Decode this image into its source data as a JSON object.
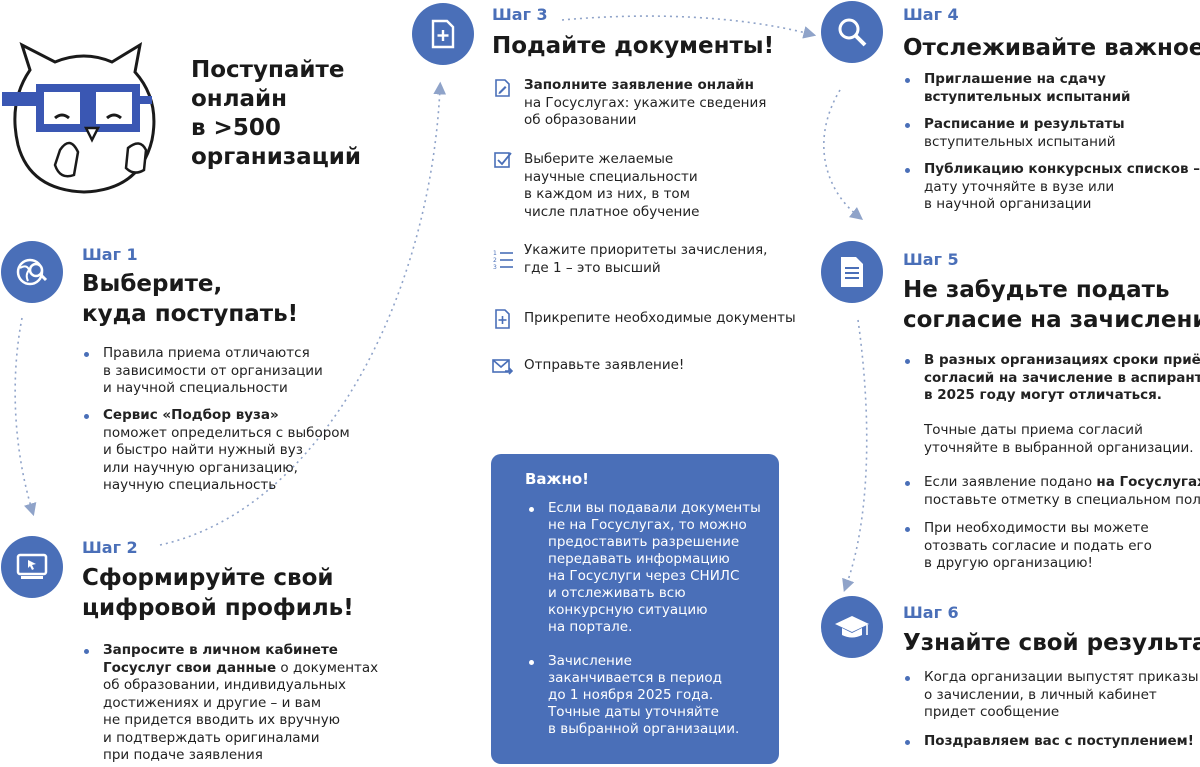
{
  "hero": {
    "lines": [
      "Поступайте",
      "онлайн",
      "в >500",
      "организаций"
    ]
  },
  "step1": {
    "label": "Шаг 1",
    "title_lines": [
      "Выберите,",
      "куда поступать!"
    ],
    "bullets": [
      {
        "lines": [
          "Правила приема отличаются",
          "в зависимости от организации",
          "и научной специальности"
        ]
      },
      {
        "bold_line": "Сервис «Подбор вуза»",
        "lines": [
          "поможет определиться с выбором",
          "и быстро найти нужный вуз",
          "или научную организацию,",
          "научную специальность"
        ]
      }
    ]
  },
  "step2": {
    "label": "Шаг 2",
    "title_lines": [
      "Сформируйте свой",
      "цифровой профиль!"
    ],
    "bullet": {
      "bold1": "Запросите в личном кабинете",
      "bold2": "Госуслуг свои данные",
      "rest2": " о документах",
      "lines": [
        "об образовании, индивидуальных",
        "достижениях и другие – и вам",
        "не придется вводить их вручную",
        "и подтверждать оригиналами",
        "при подаче заявления"
      ]
    }
  },
  "step3": {
    "label": "Шаг 3",
    "title": "Подайте документы!",
    "items": [
      {
        "icon": "pen-document-icon",
        "bold_line": "Заполните заявление онлайн",
        "lines": [
          "на Госуслугах: укажите сведения",
          "об образовании"
        ]
      },
      {
        "icon": "checkbox-icon",
        "lines": [
          "Выберите желаемые",
          "научные специальности",
          "в каждом из них, в том",
          "числе платное обучение"
        ]
      },
      {
        "icon": "numbered-list-icon",
        "lines": [
          "Укажите приоритеты зачисления,",
          "где 1 – это высший"
        ]
      },
      {
        "icon": "plus-document-icon",
        "lines": [
          "Прикрепите необходимые документы"
        ]
      },
      {
        "icon": "send-mail-icon",
        "lines": [
          "Отправьте заявление!"
        ]
      }
    ]
  },
  "important": {
    "title": "Важно!",
    "bullets": [
      {
        "lines": [
          "Если вы подавали документы",
          "не на Госуслугах, то можно",
          "предоставить разрешение",
          "передавать информацию",
          "на Госуслуги через СНИЛС",
          "и отслеживать всю",
          "конкурсную ситуацию",
          "на портале."
        ]
      },
      {
        "lines": [
          "Зачисление",
          "заканчивается в период",
          "до 1 ноября 2025 года.",
          "Точные даты уточняйте",
          "в выбранной организации."
        ]
      }
    ]
  },
  "step4": {
    "label": "Шаг 4",
    "title": "Отслеживайте важное!",
    "bullets": [
      {
        "bold_lines": [
          "Приглашение на сдачу",
          "вступительных испытаний"
        ],
        "lines": []
      },
      {
        "bold_lines": [
          "Расписание и результаты"
        ],
        "lines": [
          "вступительных испытаний"
        ]
      },
      {
        "bold_lines": [
          "Публикацию конкурсных списков –"
        ],
        "lines": [
          "дату уточняйте в вузе или",
          "в научной организации"
        ]
      }
    ]
  },
  "step5": {
    "label": "Шаг 5",
    "title_lines": [
      "Не забудьте подать",
      "согласие на зачисление!"
    ],
    "bullet1": {
      "bold_lines": [
        "В разных организациях сроки приёма",
        "согласий на зачисление в аспирантуру",
        "в 2025 году могут отличаться."
      ],
      "lines": [
        "Точные даты приема согласий",
        "уточняйте в выбранной организации."
      ]
    },
    "bullet2": {
      "pre": "Если заявление подано ",
      "bold": "на Госуслугах –",
      "lines": [
        "поставьте отметку в специальном поле"
      ]
    },
    "bullet3": {
      "lines": [
        "При необходимости вы можете",
        "отозвать согласие и подать его",
        "в другую организацию!"
      ]
    }
  },
  "step6": {
    "label": "Шаг 6",
    "title": "Узнайте свой результат!",
    "bullet1": {
      "lines": [
        "Когда организации выпустят приказы",
        "о зачислении, в личный кабинет",
        "придет сообщение"
      ]
    },
    "bullet2": {
      "bold": "Поздравляем вас с поступлением!"
    }
  },
  "colors": {
    "accent": "#4a6fb8",
    "text": "#1f1f1f"
  }
}
